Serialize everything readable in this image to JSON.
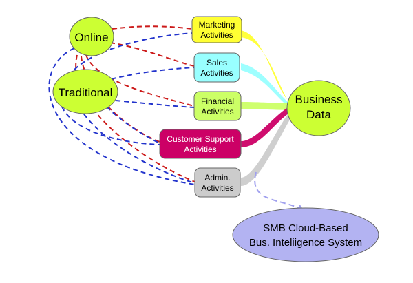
{
  "nodes": {
    "online": {
      "label": "Online",
      "fill": "#ccff33"
    },
    "traditional": {
      "label": "Traditional",
      "fill": "#ccff33"
    },
    "marketing": {
      "line1": "Marketing",
      "line2": "Activities",
      "fill": "#ffff33"
    },
    "sales": {
      "line1": "Sales",
      "line2": "Activities",
      "fill": "#99ffff"
    },
    "financial": {
      "line1": "Financial",
      "line2": "Activities",
      "fill": "#ccff66"
    },
    "support": {
      "line1": "Customer Support",
      "line2": "Activities",
      "fill": "#cc0066"
    },
    "admin": {
      "line1": "Admin.",
      "line2": "Activities",
      "fill": "#cccccc"
    },
    "business_data": {
      "line1": "Business",
      "line2": "Data",
      "fill": "#ccff33"
    },
    "smb_system": {
      "line1": "SMB Cloud-Based",
      "line2": "Bus. Inteliigence System",
      "fill": "#b3b3f2"
    }
  },
  "colors": {
    "online_link": "#cc1a1a",
    "traditional_link": "#2233cc",
    "system_arrow": "#a0a0ee",
    "node_border": "#666666"
  }
}
